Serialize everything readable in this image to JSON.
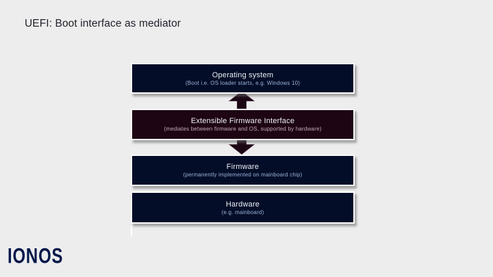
{
  "slide": {
    "title": "UEFI: Boot interface as mediator",
    "background_color": "#ededee",
    "title_color": "#212229"
  },
  "diagram": {
    "boxes": [
      {
        "label": "Operating system",
        "sublabel": "(Boot i.e. OS loader starts, e.g. Windows 10)",
        "bg": "#030d27",
        "sub_color": "#9db1d8"
      },
      {
        "label": "Extensible Firmware Interface",
        "sublabel": "(mediates between firmware and OS, supported by hardware)",
        "bg": "#1d0514",
        "sub_color": "#c9aabd"
      },
      {
        "label": "Firmware",
        "sublabel": "(permanently implemented on mainboard chip)",
        "bg": "#030d27",
        "sub_color": "#9db1d8"
      },
      {
        "label": "Hardware",
        "sublabel": "(e.g. mainboard)",
        "bg": "#030d27",
        "sub_color": "#9db1d8"
      }
    ],
    "arrow": {
      "color": "#1b0614",
      "outline": "rgba(200,160,185,0.35)"
    }
  },
  "footer": {
    "logo_text": "IONOS",
    "logo_color": "#001749"
  }
}
